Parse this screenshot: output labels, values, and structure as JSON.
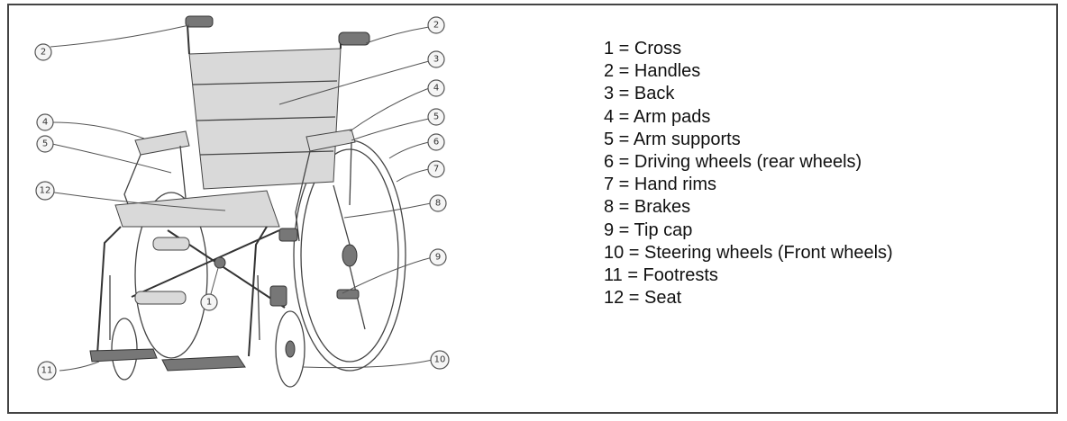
{
  "callouts": {
    "c1": "1",
    "c2a": "2",
    "c2b": "2",
    "c3": "3",
    "c4a": "4",
    "c4b": "4",
    "c5a": "5",
    "c5b": "5",
    "c6": "6",
    "c7": "7",
    "c8": "8",
    "c9": "9",
    "c10": "10",
    "c11": "11",
    "c12": "12"
  },
  "legend": [
    "1 = Cross",
    "2 = Handles",
    "3 = Back",
    "4 = Arm pads",
    "5 = Arm supports",
    "6 = Driving wheels (rear wheels)",
    "7 = Hand rims",
    "8 = Brakes",
    "9 = Tip cap",
    "10 = Steering wheels (Front wheels)",
    "11 = Footrests",
    "12 = Seat"
  ]
}
